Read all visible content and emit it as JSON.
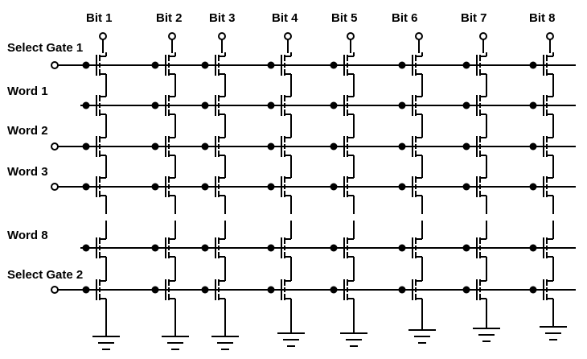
{
  "bit_lines": [
    {
      "label": "Bit 1"
    },
    {
      "label": "Bit 2"
    },
    {
      "label": "Bit 3"
    },
    {
      "label": "Bit 4"
    },
    {
      "label": "Bit 5"
    },
    {
      "label": "Bit 6"
    },
    {
      "label": "Bit 7"
    },
    {
      "label": "Bit 8"
    }
  ],
  "rows": [
    {
      "label": "Select Gate 1",
      "kind": "select-gate"
    },
    {
      "label": "Word 1",
      "kind": "word-line"
    },
    {
      "label": "Word 2",
      "kind": "word-line"
    },
    {
      "label": "Word 3",
      "kind": "word-line"
    },
    {
      "label": "Word 8",
      "kind": "word-line"
    },
    {
      "label": "Select Gate 2",
      "kind": "select-gate"
    }
  ],
  "colors": {
    "wire": "#000000",
    "background": "#ffffff"
  },
  "icons": {
    "transistor": "mosfet-transistor-icon",
    "ground": "ground-symbol-icon",
    "terminal": "open-terminal-icon"
  }
}
